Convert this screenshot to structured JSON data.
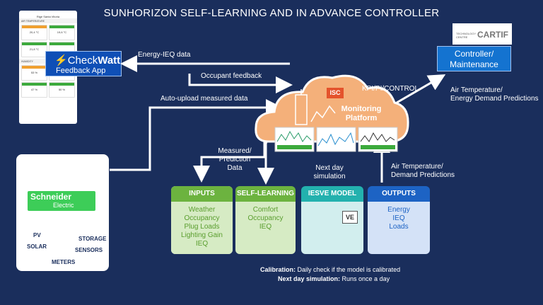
{
  "title": "SUNHORIZON SELF-LEARNING AND IN ADVANCE CONTROLLER",
  "phone": {
    "header": "Rige Santa Vitoria",
    "sections": [
      "AIR TEMPERATURE",
      "HUMIDITY"
    ],
    "cards": [
      {
        "value": "20,4 °C"
      },
      {
        "value": "19,6 °C"
      },
      {
        "value": "21,8 °C"
      },
      {
        "value": ""
      },
      {
        "value": "53 %"
      },
      {
        "value": "34 %"
      },
      {
        "value": "47 %"
      },
      {
        "value": "50 %"
      }
    ]
  },
  "checkwatt": {
    "brand_prefix": "Check",
    "brand_suffix": "Watt",
    "subtitle": "Feedback App"
  },
  "cartif": {
    "small": "TECHNOLOGY CENTRE",
    "big": "CARTIF"
  },
  "controller": {
    "line1": "Controller/",
    "line2": "Maintenance"
  },
  "platform": {
    "badge": "ISC",
    "line1": "Monitoring",
    "line2": "Platform"
  },
  "labels": {
    "energy_ieq": "Energy-IEQ data",
    "occupant_feedback": "Occupant feedback",
    "auto_upload": "Auto-upload measured data",
    "kpi": "KPI/PI/CONTROL",
    "air_temp_1": "Air Temperature/",
    "energy_demand": "Energy Demand Predictions",
    "measured_1": "Measured/",
    "measured_2": "Prediction",
    "measured_3": "Data",
    "next_day_1": "Next day",
    "next_day_2": "simulation",
    "air_temp_2": "Air Temperature/",
    "demand_pred": "Demand Predictions"
  },
  "schneider": {
    "brand1": "Schneider",
    "brand2": "Electric",
    "pv": "PV",
    "solar": "SOLAR",
    "storage": "STORAGE",
    "sensors": "SENSORS",
    "meters": "METERS"
  },
  "boxes": {
    "inputs": {
      "title": "INPUTS",
      "items": [
        "Weather",
        "Occupancy",
        "Plug Loads",
        "Lighting Gain",
        "IEQ"
      ]
    },
    "self_learning": {
      "title": "SELF-LEARNING",
      "items": [
        "Comfort",
        "Occupancy",
        "IEQ"
      ]
    },
    "iesve": {
      "title": "IESVE MODEL",
      "badge": "VE"
    },
    "outputs": {
      "title": "OUTPUTS",
      "items": [
        "Energy",
        "IEQ",
        "Loads"
      ]
    }
  },
  "calibration": {
    "label1": "Calibration:",
    "text1": " Daily check if the model is calibrated",
    "label2": "Next day simulation:",
    "text2": " Runs once a day"
  },
  "colors": {
    "background": "#1a2e5c",
    "green": "#6cb33f",
    "teal": "#23b1ae",
    "blue": "#1d63c4",
    "cloud": "#f2a971"
  }
}
